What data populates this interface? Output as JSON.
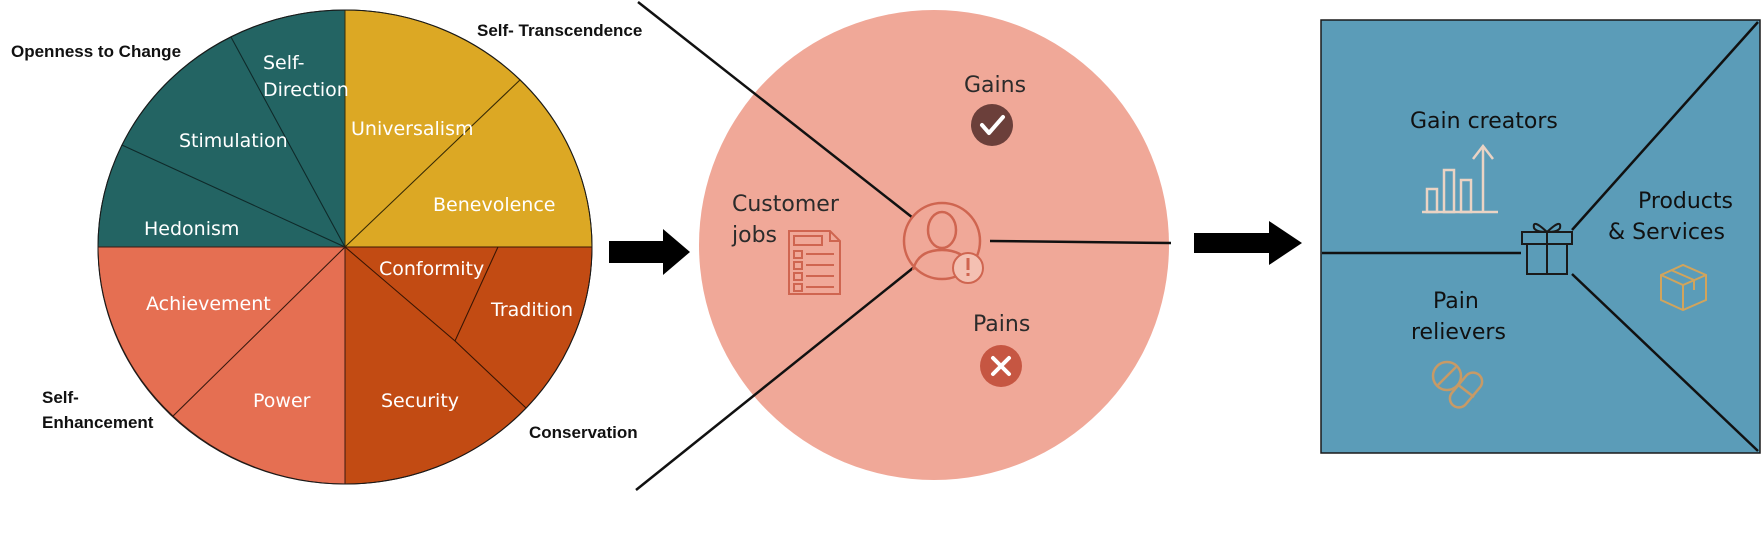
{
  "values_wheel": {
    "quadrants": {
      "openness": "Openness to Change",
      "self_transcendence": "Self- Transcendence",
      "self_enhancement_1": "Self-",
      "self_enhancement_2": "Enhancement",
      "conservation": "Conservation"
    },
    "segments": {
      "self_direction_1": "Self-",
      "self_direction_2": "Direction",
      "stimulation": "Stimulation",
      "hedonism": "Hedonism",
      "universalism": "Universalism",
      "benevolence": "Benevolence",
      "conformity": "Conformity",
      "tradition": "Tradition",
      "security": "Security",
      "power": "Power",
      "achievement": "Achievement"
    },
    "colors": {
      "openness": "#236463",
      "transcendence": "#dca824",
      "enhancement": "#e56f52",
      "conservation": "#c24b13"
    }
  },
  "customer_profile": {
    "gains": "Gains",
    "pains": "Pains",
    "jobs_1": "Customer",
    "jobs_2": "jobs",
    "fill": "#f0a898",
    "icons": [
      "check-icon",
      "cross-icon",
      "user-icon",
      "checklist-icon"
    ]
  },
  "value_map": {
    "gain_creators": "Gain creators",
    "pain_relievers_1": "Pain",
    "pain_relievers_2": "relievers",
    "products_1": "Products",
    "products_2": "& Services",
    "fill": "#5b9cb8",
    "icons": [
      "bar-chart-icon",
      "gift-icon",
      "pill-icon",
      "box-icon"
    ]
  }
}
